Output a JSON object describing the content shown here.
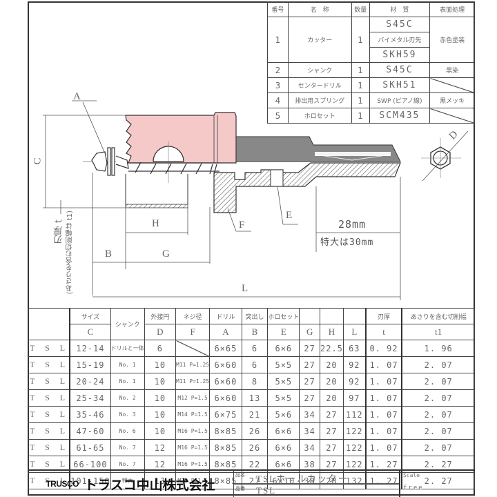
{
  "parts_table": {
    "headers": [
      "番号",
      "名　称",
      "数量",
      "材　質",
      "表面処理"
    ],
    "rows": [
      {
        "no": "1",
        "name": "カッター",
        "qty": "1",
        "materials": [
          "S45C",
          "バイメタル刃先",
          "SKH59"
        ],
        "finish": "赤色塗装"
      },
      {
        "no": "2",
        "name": "シャンク",
        "qty": "1",
        "materials": [
          "S45C"
        ],
        "finish": "黒染"
      },
      {
        "no": "3",
        "name": "センタードリル",
        "qty": "1",
        "materials": [
          "SKH51"
        ],
        "finish": ""
      },
      {
        "no": "4",
        "name": "排出用スプリング",
        "qty": "1",
        "materials": [
          "SWP (ピアノ線)"
        ],
        "finish": "黒メッキ"
      },
      {
        "no": "5",
        "name": "ホロセット",
        "qty": "1",
        "materials": [
          "SCM435"
        ],
        "finish": ""
      }
    ]
  },
  "drawing": {
    "labels": {
      "A": "A",
      "B": "B",
      "C": "C",
      "D": "D",
      "E": "E",
      "F": "F",
      "G": "G",
      "H": "H",
      "L": "L"
    },
    "shank_length": "28mm",
    "shank_length_note": "特大は30mm",
    "blade_thickness_label": "刃厚 t",
    "cut_width_label": "(あさりを含む切削幅は t1)",
    "cutter_color": "#f6c9c9"
  },
  "spec_table": {
    "headers_top": [
      "",
      "サイズ",
      "シャンク",
      "外接円",
      "ネジ径",
      "ドリル",
      "突出し",
      "ホロセット",
      "",
      "",
      "",
      "刃厚",
      "あさりを含む切削幅"
    ],
    "headers_bottom": [
      "",
      "C",
      "",
      "D",
      "F",
      "A",
      "B",
      "E",
      "G",
      "H",
      "L",
      "t",
      "t1"
    ],
    "rows": [
      {
        "model": "T S L",
        "size": "12-14",
        "shank": "ドリルと一体",
        "D": "6",
        "F": "",
        "A": "6×65",
        "B": "6",
        "E": "6×6",
        "G": "27",
        "H": "22.5",
        "L": "63",
        "t": "0. 92",
        "t1": "1. 96"
      },
      {
        "model": "T S L",
        "size": "15-19",
        "shank": "No. 1",
        "D": "10",
        "F": "M11 P=1.25",
        "A": "6×60",
        "B": "6",
        "E": "5×5",
        "G": "27",
        "H": "20",
        "L": "92",
        "t": "1. 07",
        "t1": "2. 07"
      },
      {
        "model": "T S L",
        "size": "20-24",
        "shank": "No. 1",
        "D": "10",
        "F": "M11 P=1.25",
        "A": "6×60",
        "B": "8",
        "E": "5×5",
        "G": "27",
        "H": "20",
        "L": "92",
        "t": "1. 07",
        "t1": "2. 07"
      },
      {
        "model": "T S L",
        "size": "25-34",
        "shank": "No. 2",
        "D": "10",
        "F": "M12 P=1.5",
        "A": "6×60",
        "B": "13",
        "E": "5×5",
        "G": "27",
        "H": "20",
        "L": "97",
        "t": "1. 07",
        "t1": "2. 07"
      },
      {
        "model": "T S L",
        "size": "35-46",
        "shank": "No. 3",
        "D": "10",
        "F": "M14 P=1.5",
        "A": "6×75",
        "B": "21",
        "E": "5×6",
        "G": "34",
        "H": "27",
        "L": "112",
        "t": "1. 07",
        "t1": "2. 07"
      },
      {
        "model": "T S L",
        "size": "47-60",
        "shank": "No. 6",
        "D": "10",
        "F": "M16 P=1.5",
        "A": "8×85",
        "B": "26",
        "E": "6×6",
        "G": "34",
        "H": "27",
        "L": "122",
        "t": "1. 07",
        "t1": "2. 07"
      },
      {
        "model": "T S L",
        "size": "61-65",
        "shank": "No. 7",
        "D": "12",
        "F": "M16 P=1.5",
        "A": "8×85",
        "B": "26",
        "E": "6×6",
        "G": "34",
        "H": "27",
        "L": "122",
        "t": "1. 07",
        "t1": "2. 07"
      },
      {
        "model": "T S L",
        "size": "66-100",
        "shank": "No. 7",
        "D": "12",
        "F": "M16 P=1.5",
        "A": "8×85",
        "B": "22",
        "E": "6×6",
        "G": "38",
        "H": "27",
        "L": "122",
        "t": "1. 27",
        "t1": "2. 27"
      },
      {
        "model": "T S L",
        "size": "101-150",
        "shank": "特大",
        "D": "13",
        "F": "M20 P=1.5",
        "A": "8×85",
        "B": "27",
        "E": "6×10",
        "G": "38",
        "H": "28",
        "L": "132",
        "t": "1. 27",
        "t1": "2. 27"
      }
    ]
  },
  "title_block": {
    "brand": "TRUSCO",
    "company": "トラスコ中山株式会社",
    "product_name_label": "品名",
    "product_name": "TSLホールカッター",
    "product_code_label": "品番",
    "product_code": "TSL",
    "scale_label": "Scale",
    "scale_value": "free"
  }
}
